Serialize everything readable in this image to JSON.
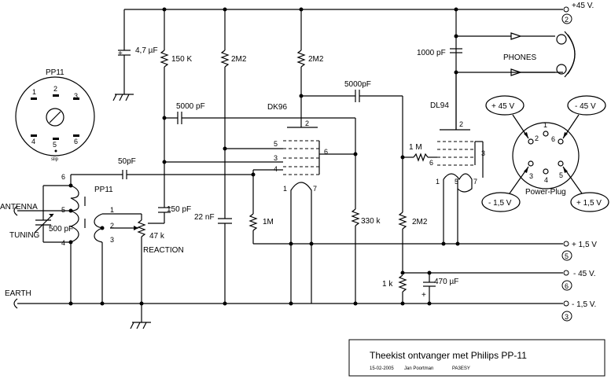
{
  "supply": {
    "plus45": "+45 V.",
    "plus15": "+ 1,5 V",
    "minus45": "- 45 V.",
    "minus15": "- 1,5 V.",
    "n2": "2",
    "n5": "5",
    "n6": "6",
    "n3": "3"
  },
  "components": {
    "c_4u7": "4,7 µF",
    "r_150k": "150 K",
    "r_2m2_a": "2M2",
    "r_2m2_b": "2M2",
    "c_5000_a": "5000 pF",
    "c_5000_b": "5000pF",
    "c_1000": "1000 pF",
    "c_50": "50pF",
    "c_150": "150 pF",
    "c_22n": "22 nF",
    "c_500": "500 pF",
    "r_47k": "47 k",
    "r_1m_a": "1M",
    "r_1m_b": "1 M",
    "r_330k": "330 k",
    "r_2m2_c": "2M2",
    "r_1k": "1 k",
    "c_470u": "470 µF",
    "c_470u_plus": "+",
    "c_4u7_plus": "+"
  },
  "labels": {
    "dk96": "DK96",
    "dl94": "DL94",
    "phones": "PHONES",
    "pp11_top": "PP11",
    "pp11_coil": "PP11",
    "antenna": "ANTENNA",
    "tuning": "TUNING",
    "reaction": "REACTION",
    "earth": "EARTH",
    "power_plug": "Power-Plug",
    "slip": "slip"
  },
  "pins": {
    "dk96_2": "2",
    "dk96_5": "5",
    "dk96_3": "3",
    "dk96_4": "4",
    "dk96_6": "6",
    "dk96_1": "1",
    "dk96_7": "7",
    "dl94_2": "2",
    "dl94_6": "6",
    "dl94_3": "3",
    "dl94_1": "1",
    "dl94_5": "5",
    "dl94_7": "7",
    "coil_6": "6",
    "coil_5": "5",
    "coil_4": "4",
    "coil_1": "1",
    "coil_2": "2",
    "coil_3": "3",
    "pp_1": "1",
    "pp_2": "2",
    "pp_3": "3",
    "pp_4": "4",
    "pp_5": "5",
    "pp_6": "6",
    "plug_1": "1",
    "plug_2": "2",
    "plug_3": "3",
    "plug_4": "4",
    "plug_5": "5",
    "plug_6": "6"
  },
  "plug_bubbles": {
    "tl": "+ 45 V",
    "tr": "- 45 V",
    "bl": "- 1,5 V",
    "br": "+ 1,5 V"
  },
  "title_block": {
    "title": "Theekist ontvanger met Philips PP-11",
    "date": "15-02-2005",
    "author": "Jan Poortman",
    "callsign": "PA3ESY"
  }
}
